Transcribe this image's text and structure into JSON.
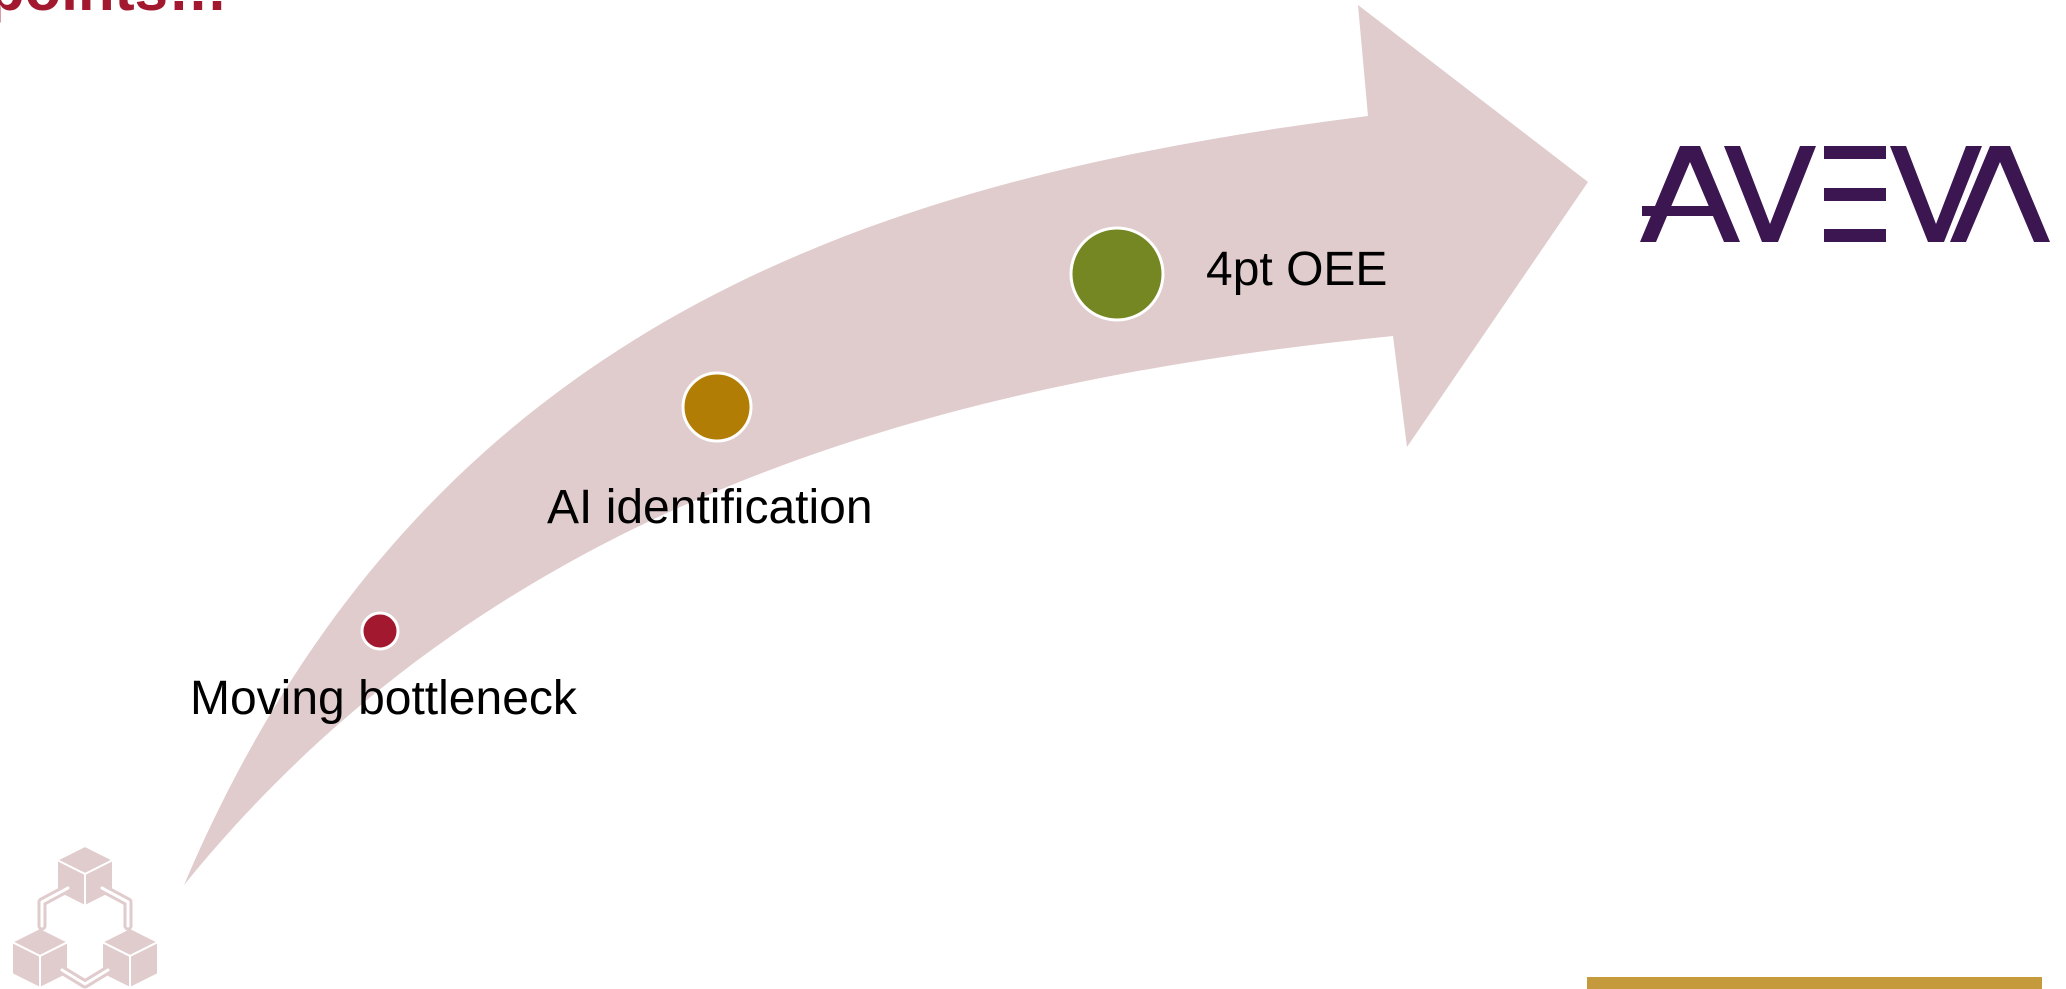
{
  "slide": {
    "title": "points…"
  },
  "milestones": [
    {
      "label": "Moving bottleneck",
      "color": "#a2192f"
    },
    {
      "label": "AI identification",
      "color": "#b27d05"
    },
    {
      "label": "4pt OEE",
      "color": "#748722"
    }
  ],
  "logo": {
    "text": "AVEVA",
    "color": "#3b1651"
  },
  "colors": {
    "arrow": "#e0cbcd",
    "title": "#a2192f",
    "footer_bar": "#c49a3c"
  }
}
